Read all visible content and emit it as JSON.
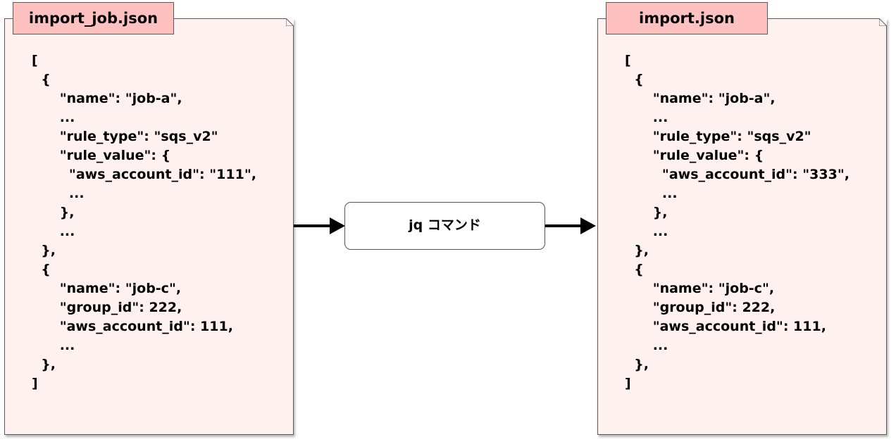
{
  "left_doc": {
    "title": "import_job.json",
    "lines": [
      "[",
      "  {",
      "      \"name\": \"job-a\",",
      "      ...",
      "      \"rule_type\": \"sqs_v2\"",
      "      \"rule_value\": {",
      "        \"aws_account_id\": \"111\",",
      "        ...",
      "      },",
      "      ...",
      "  },",
      "  {",
      "      \"name\": \"job-c\",",
      "      \"group_id\": 222,",
      "      \"aws_account_id\": 111,",
      "      ...",
      "  },",
      "]"
    ]
  },
  "process": {
    "label": "jq コマンド"
  },
  "right_doc": {
    "title": "import.json",
    "lines": [
      "[",
      "  {",
      "      \"name\": \"job-a\",",
      "      ...",
      "      \"rule_type\": \"sqs_v2\"",
      "      \"rule_value\": {",
      "        \"aws_account_id\": \"333\",",
      "        ...",
      "      },",
      "      ...",
      "  },",
      "  {",
      "      \"name\": \"job-c\",",
      "      \"group_id\": 222,",
      "      \"aws_account_id\": 111,",
      "      ...",
      "  },",
      "]"
    ]
  },
  "colors": {
    "doc_fill": "#fff1f0",
    "title_fill": "#ffc0c0",
    "stroke": "#5a5a5a"
  }
}
